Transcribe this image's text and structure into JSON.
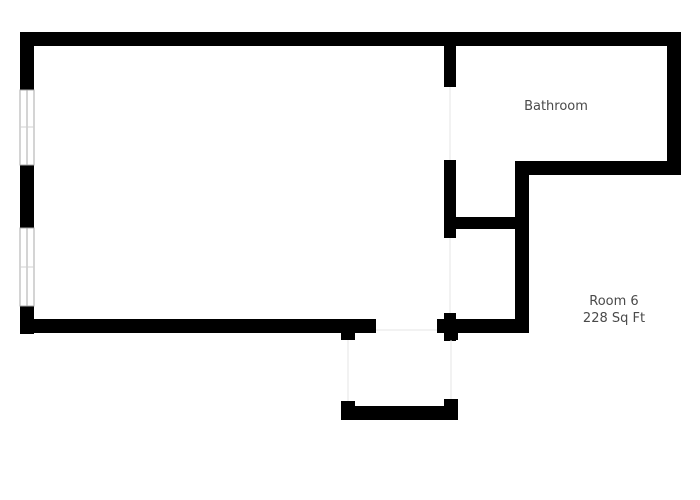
{
  "rooms": {
    "bathroom": {
      "label": "Bathroom"
    },
    "main": {
      "name": "Room 6",
      "area": "228 Sq Ft"
    }
  },
  "colors": {
    "wall": "#000000",
    "background": "#ffffff",
    "window_frame": "#a8a8a8",
    "label_text": "#4a4a4a"
  }
}
